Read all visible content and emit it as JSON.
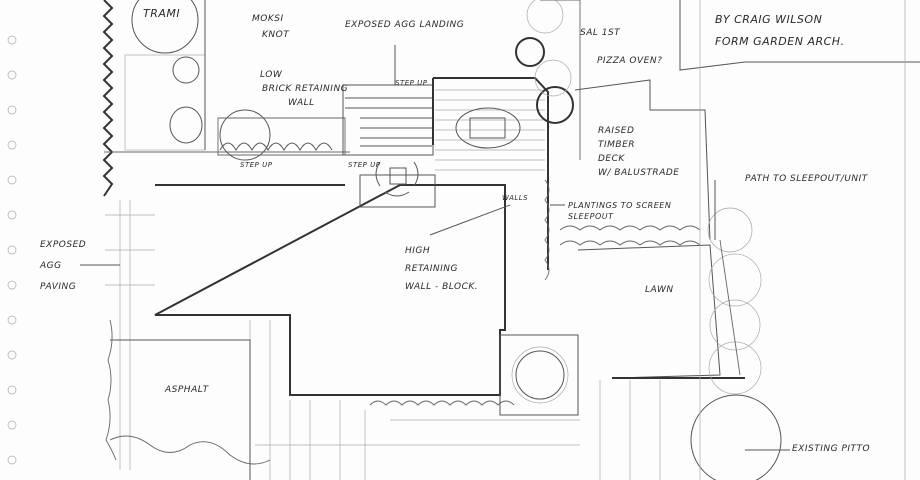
{
  "title_block": {
    "line1": "BY CRAIG WILSON",
    "line2": "FORM GARDEN ARCH."
  },
  "labels": {
    "trami": "TRAMI",
    "moksi_1": "MOKSI",
    "moksi_2": "KNOT",
    "exposed_agg_landing": "EXPOSED AGG LANDING",
    "sal_1st": "SAL 1ST",
    "pizza_oven": "PIZZA OVEN?",
    "low_wall_1": "LOW",
    "low_wall_2": "BRICK RETAINING",
    "low_wall_3": "WALL",
    "step_up_1": "STEP UP",
    "step_up_2": "STEP UP",
    "step_up_3": "STEP UP",
    "deck_1": "RAISED",
    "deck_2": "TIMBER",
    "deck_3": "DECK",
    "deck_4": "W/ BALUSTRADE",
    "path": "PATH TO SLEEPOUT/UNIT",
    "plantings_1": "PLANTINGS TO SCREEN",
    "plantings_2": "SLEEPOUT",
    "walls": "WALLS",
    "paving_1": "EXPOSED",
    "paving_2": "AGG",
    "paving_3": "PAVING",
    "high_wall_1": "HIGH",
    "high_wall_2": "RETAINING",
    "high_wall_3": "WALL - BLOCK.",
    "lawn": "LAWN",
    "asphalt": "ASPHALT",
    "existing_pitto": "EXISTING PITTO"
  }
}
